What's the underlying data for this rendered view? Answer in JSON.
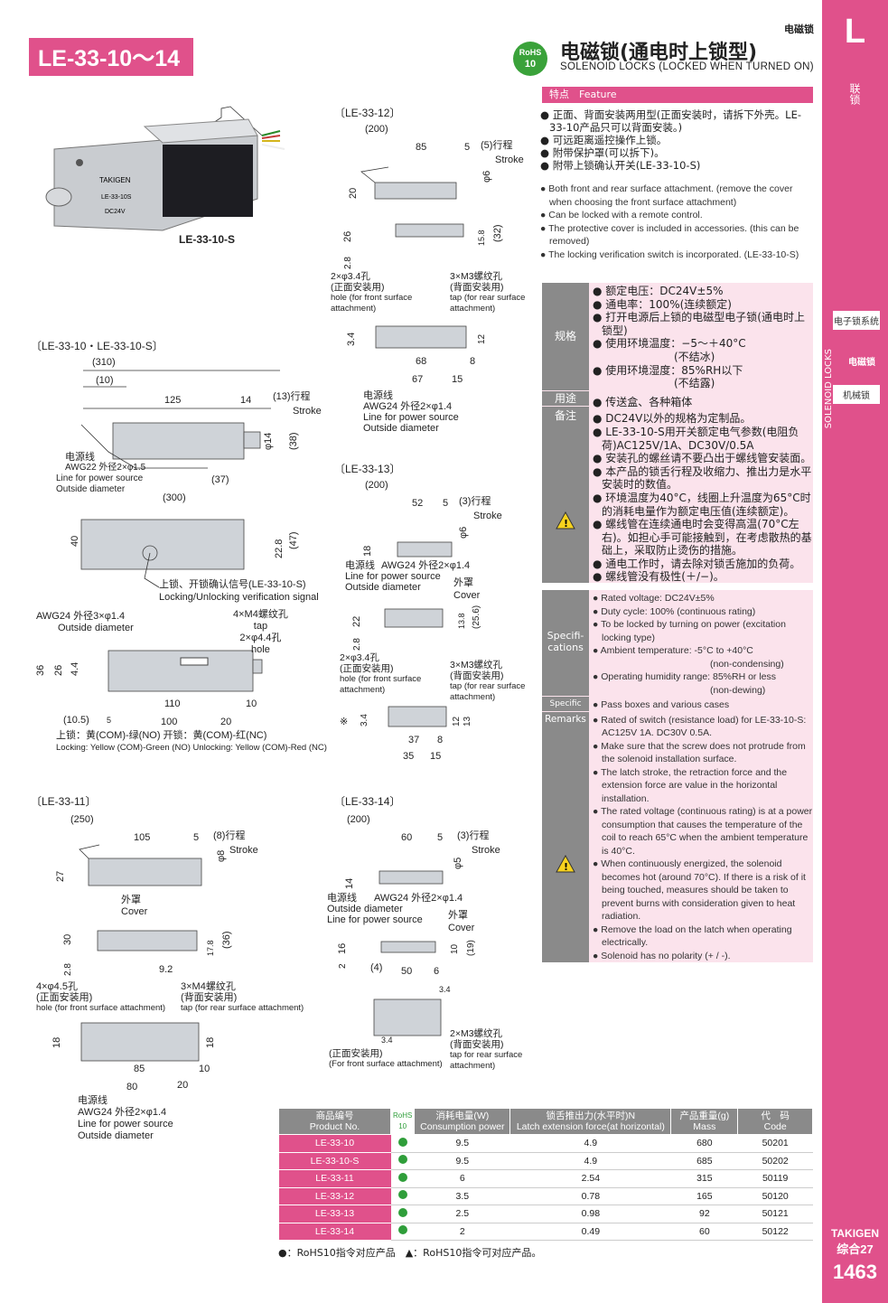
{
  "header": {
    "category": "电磁锁",
    "model_range": "LE-33-10～14",
    "rohs_line1": "RoHS",
    "rohs_line2": "10",
    "title_cn": "电磁锁(通电时上锁型)",
    "title_en": "SOLENOID LOCKS (LOCKED WHEN TURNED ON)"
  },
  "side": {
    "letter": "L",
    "chapter": "联锁",
    "vertical_en": "SOLENOID LOCKS",
    "item1": "电子锁系统",
    "item2": "电磁锁",
    "item3": "机械锁",
    "brand": "TAKIGEN",
    "catalog": "综合27",
    "page": "1463"
  },
  "photo": {
    "caption": "LE-33-10-S",
    "label1": "TAKIGEN",
    "label2": "LE-33-10S",
    "label3": "DC24V"
  },
  "features": {
    "header": "特点　Feature",
    "cn": [
      "● 正面、背面安装两用型(正面安装时，请拆下外壳。LE-33-10产品只可以背面安装。)",
      "● 可远距离遥控操作上锁。",
      "● 附带保护罩(可以拆下)。",
      "● 附带上锁确认开关(LE-33-10-S)"
    ],
    "en": [
      "● Both front and rear surface attachment. (remove the cover when choosing the front surface attachment)",
      "● Can be locked with a remote control.",
      "● The protective cover is included in accessories. (this can be removed)",
      "● The locking verification switch is incorporated. (LE-33-10-S)"
    ]
  },
  "spec_cn": {
    "label_spec": "规格",
    "spec": [
      "● 额定电压：DC24V±5%",
      "● 通电率：100%(连续额定)",
      "● 打开电源后上锁的电磁型电子锁(通电时上锁型)",
      "● 使用环境温度：−5～＋40°C",
      "(不结冰)",
      "● 使用环境湿度：85%RH以下",
      "(不结露)"
    ],
    "label_use": "用途",
    "use": "● 传送盒、各种箱体",
    "label_remark": "备注",
    "remarks": [
      "● DC24V以外的规格为定制品。",
      "● LE-33-10-S用开关额定电气参数(电阻负荷)AC125V/1A、DC30V/0.5A",
      "● 安装孔的螺丝请不要凸出于螺线管安装面。",
      "● 本产品的锁舌行程及收缩力、推出力是水平安装时的数值。",
      "● 环境温度为40°C，线圈上升温度为65°C时的消耗电量作为额定电压值(连续额定)。",
      "● 螺线管在连续通电时会变得高温(70°C左右)。如担心手可能接触到，在考虑散热的基础上，采取防止烫伤的措施。",
      "● 通电工作时，请去除对锁舌施加的负荷。",
      "● 螺线管没有极性(＋/−)。"
    ]
  },
  "spec_en": {
    "label_spec": "Specifi-cations",
    "spec": [
      "● Rated voltage: DC24V±5%",
      "● Duty cycle: 100% (continuous rating)",
      "● To be locked by turning on power (excitation locking type)",
      "● Ambient temperature: -5°C to +40°C",
      "(non-condensing)",
      "● Operating humidity range: 85%RH or less",
      "(non-dewing)"
    ],
    "label_use": "Specific use",
    "use": "● Pass boxes and various cases",
    "label_remark": "Remarks",
    "remarks": [
      "● Rated of switch (resistance load) for LE-33-10-S: AC125V 1A. DC30V 0.5A.",
      "● Make sure that the screw does not protrude from the solenoid installation surface.",
      "● The latch stroke, the retraction force and the extension force are value in the horizontal installation.",
      "● The rated voltage (continuous rating) is at a power consumption that causes the temperature of the coil to reach 65°C when the ambient temperature is 40°C.",
      "● When continuously energized, the solenoid becomes hot (around 70°C). If there is a risk of it being touched, measures should be taken to prevent burns with consideration given to heat radiation.",
      "● Remove the load on the latch when operating electrically.",
      "● Solenoid has no polarity (+ / -)."
    ]
  },
  "drawings": {
    "d10": {
      "title": "〔LE-33-10・LE-33-10-S〕",
      "dims": [
        "(310)",
        "(10)",
        "125",
        "14",
        "(13)行程",
        "Stroke",
        "φ14",
        "(38)",
        "(37)",
        "(300)",
        "40",
        "22.8",
        "(47)",
        "36",
        "26",
        "4.4",
        "110",
        "10",
        "(10.5)",
        "5",
        "100",
        "20"
      ],
      "wire_cn": "电源线",
      "wire_spec": "AWG22 外径2×φ1.5",
      "wire_en1": "Line for power source",
      "wire_en2": "Outside diameter",
      "signal_cn": "上锁、开锁确认信号(LE-33-10-S)",
      "signal_en": "Locking/Unlocking verification signal",
      "awg3": "AWG24 外径3×φ1.4",
      "awg3_en": "Outside diameter",
      "tap4": "4×M4螺纹孔",
      "tap4_en": "tap",
      "hole2": "2×φ4.4孔",
      "hole2_en": "hole",
      "color_cn": "上锁：黄(COM)-绿(NO) 开锁：黄(COM)-红(NC)",
      "color_en": "Locking: Yellow (COM)-Green (NO)  Unlocking: Yellow (COM)-Red (NC)"
    },
    "d11": {
      "title": "〔LE-33-11〕",
      "dims": [
        "(250)",
        "105",
        "5",
        "(8)行程",
        "Stroke",
        "φ8",
        "27",
        "30",
        "17.8",
        "(36)",
        "2.8",
        "9.2",
        "18",
        "18",
        "85",
        "10",
        "80",
        "20"
      ],
      "cover_cn": "外罩",
      "cover_en": "Cover",
      "hole_cn": "4×φ4.5孔",
      "hole_sub": "(正面安装用)",
      "hole_en": "hole (for front surface attachment)",
      "tap_cn": "3×M4螺纹孔",
      "tap_sub": "(背面安装用)",
      "tap_en": "tap (for rear surface attachment)",
      "wire_cn": "电源线",
      "wire_spec": "AWG24 外径2×φ1.4",
      "wire_en1": "Line for power source",
      "wire_en2": "Outside diameter"
    },
    "d12": {
      "title": "〔LE-33-12〕",
      "dims": [
        "(200)",
        "85",
        "5",
        "(5)行程",
        "Stroke",
        "φ6",
        "20",
        "26",
        "15.8",
        "(32)",
        "2.8",
        "3.4",
        "12",
        "68",
        "8",
        "67",
        "15"
      ],
      "hole_cn": "2×φ3.4孔",
      "hole_sub": "(正面安装用)",
      "hole_en1": "hole (for front surface",
      "hole_en2": "attachment)",
      "tap_cn": "3×M3螺纹孔",
      "tap_sub": "(背面安装用)",
      "tap_en1": "tap (for rear surface",
      "tap_en2": "attachment)",
      "wire_cn": "电源线",
      "wire_spec": "AWG24 外径2×φ1.4",
      "wire_en1": "Line for power source",
      "wire_en2": "Outside diameter"
    },
    "d13": {
      "title": "〔LE-33-13〕",
      "dims": [
        "(200)",
        "52",
        "5",
        "(3)行程",
        "Stroke",
        "φ6",
        "18",
        "22",
        "13.8",
        "(25.6)",
        "2.8",
        "3.4",
        "12",
        "13",
        "37",
        "8",
        "35",
        "15"
      ],
      "wire_cn": "电源线",
      "wire_spec": "AWG24 外径2×φ1.4",
      "wire_en1": "Line for power source",
      "wire_en2": "Outside diameter",
      "cover_cn": "外罩",
      "cover_en": "Cover",
      "hole_cn": "2×φ3.4孔",
      "hole_sub": "(正面安装用)",
      "hole_en1": "hole (for front surface",
      "hole_en2": "attachment)",
      "tap_cn": "3×M3螺纹孔",
      "tap_sub": "(背面安装用)",
      "tap_en1": "tap (for rear surface",
      "tap_en2": "attachment)",
      "note": "※"
    },
    "d14": {
      "title": "〔LE-33-14〕",
      "dims": [
        "(200)",
        "60",
        "5",
        "(3)行程",
        "Stroke",
        "φ5",
        "14",
        "16",
        "10",
        "(19)",
        "2",
        "(4)",
        "50",
        "6",
        "3.4",
        "3.4"
      ],
      "wire_cn": "电源线",
      "wire_spec": "AWG24 外径2×φ1.4",
      "wire_en1": "Outside diameter",
      "wire_en2": "Line for power source",
      "cover_cn": "外罩",
      "cover_en": "Cover",
      "front_cn": "(正面安装用)",
      "front_en": "(For front surface attachment)",
      "tap_cn": "2×M3螺纹孔",
      "tap_sub": "(背面安装用)",
      "tap_en1": "tap for rear surface",
      "tap_en2": "attachment)"
    }
  },
  "table": {
    "headers": [
      [
        "商品编号",
        "Product No."
      ],
      [
        "RoHS",
        "10"
      ],
      [
        "消耗电量(W)",
        "Consumption power"
      ],
      [
        "锁舌推出力(水平时)N",
        "Latch extension force(at horizontal)"
      ],
      [
        "产品重量(g)",
        "Mass"
      ],
      [
        "代　码",
        "Code"
      ]
    ],
    "rows": [
      [
        "LE-33-10",
        "●",
        "9.5",
        "4.9",
        "680",
        "50201"
      ],
      [
        "LE-33-10-S",
        "●",
        "9.5",
        "4.9",
        "685",
        "50202"
      ],
      [
        "LE-33-11",
        "●",
        "6",
        "2.54",
        "315",
        "50119"
      ],
      [
        "LE-33-12",
        "●",
        "3.5",
        "0.78",
        "165",
        "50120"
      ],
      [
        "LE-33-13",
        "●",
        "2.5",
        "0.98",
        "92",
        "50121"
      ],
      [
        "LE-33-14",
        "●",
        "2",
        "0.49",
        "60",
        "50122"
      ]
    ],
    "legend": "●：RoHS10指令对应产品　▲：RoHS10指令可对应产品。"
  }
}
